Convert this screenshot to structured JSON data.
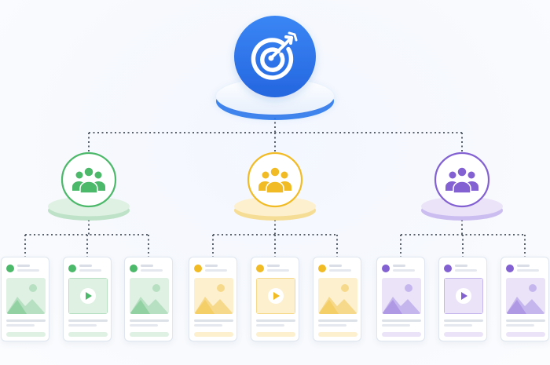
{
  "diagram": {
    "root": {
      "icon": "target-arrow-icon",
      "color": "#2f7af0"
    },
    "groups": [
      {
        "id": "green",
        "icon": "audience-group-icon",
        "color": "#4cb86a",
        "soft": "#dff1e3",
        "tint": "#b7dfc1",
        "cards": [
          {
            "media": "image-icon"
          },
          {
            "media": "play-video-icon"
          },
          {
            "media": "image-icon"
          }
        ]
      },
      {
        "id": "yellow",
        "icon": "audience-group-icon",
        "color": "#f1bb25",
        "soft": "#fdf0cf",
        "tint": "#f6d98a",
        "cards": [
          {
            "media": "image-icon"
          },
          {
            "media": "play-video-icon"
          },
          {
            "media": "image-icon"
          }
        ]
      },
      {
        "id": "purple",
        "icon": "audience-group-icon",
        "color": "#8361d2",
        "soft": "#ebe4f8",
        "tint": "#c6b6ee",
        "cards": [
          {
            "media": "image-icon"
          },
          {
            "media": "play-video-icon"
          },
          {
            "media": "image-icon"
          }
        ]
      }
    ]
  }
}
